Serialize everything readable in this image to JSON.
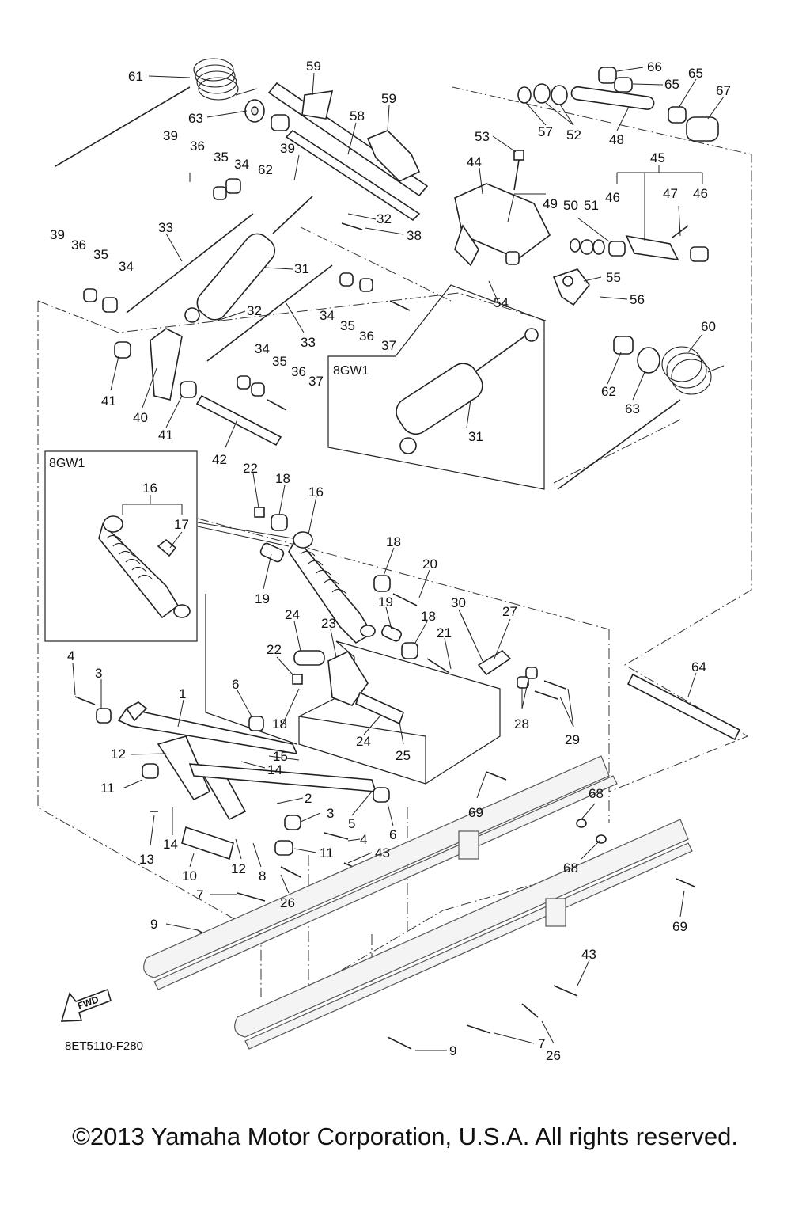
{
  "diagram": {
    "variant_label": "8GW1",
    "drawing_code": "8ET5110-F280",
    "fwd_arrow_label": "FWD",
    "copyright": "©2013 Yamaha Motor Corporation, U.S.A. All rights reserved."
  },
  "callouts": [
    {
      "id": "c61",
      "text": "61"
    },
    {
      "id": "c59a",
      "text": "59"
    },
    {
      "id": "c59b",
      "text": "59"
    },
    {
      "id": "c63a",
      "text": "63"
    },
    {
      "id": "c58",
      "text": "58"
    },
    {
      "id": "c66",
      "text": "66"
    },
    {
      "id": "c65a",
      "text": "65"
    },
    {
      "id": "c65b",
      "text": "65"
    },
    {
      "id": "c67",
      "text": "67"
    },
    {
      "id": "c57",
      "text": "57"
    },
    {
      "id": "c52",
      "text": "52"
    },
    {
      "id": "c48",
      "text": "48"
    },
    {
      "id": "c39a",
      "text": "39"
    },
    {
      "id": "c36a",
      "text": "36"
    },
    {
      "id": "c35a",
      "text": "35"
    },
    {
      "id": "c34a",
      "text": "34"
    },
    {
      "id": "c62a",
      "text": "62"
    },
    {
      "id": "c39b",
      "text": "39"
    },
    {
      "id": "c53",
      "text": "53"
    },
    {
      "id": "c45",
      "text": "45"
    },
    {
      "id": "c44",
      "text": "44"
    },
    {
      "id": "c32a",
      "text": "32"
    },
    {
      "id": "c38",
      "text": "38"
    },
    {
      "id": "c49",
      "text": "49"
    },
    {
      "id": "c50",
      "text": "50"
    },
    {
      "id": "c51",
      "text": "51"
    },
    {
      "id": "c46a",
      "text": "46"
    },
    {
      "id": "c47",
      "text": "47"
    },
    {
      "id": "c46b",
      "text": "46"
    },
    {
      "id": "c39c",
      "text": "39"
    },
    {
      "id": "c36b",
      "text": "36"
    },
    {
      "id": "c35b",
      "text": "35"
    },
    {
      "id": "c34b",
      "text": "34"
    },
    {
      "id": "c33a",
      "text": "33"
    },
    {
      "id": "c31a",
      "text": "31"
    },
    {
      "id": "c55",
      "text": "55"
    },
    {
      "id": "c54",
      "text": "54"
    },
    {
      "id": "c56",
      "text": "56"
    },
    {
      "id": "c32b",
      "text": "32"
    },
    {
      "id": "c34c",
      "text": "34"
    },
    {
      "id": "c35c",
      "text": "35"
    },
    {
      "id": "c36c",
      "text": "36"
    },
    {
      "id": "c37a",
      "text": "37"
    },
    {
      "id": "c33b",
      "text": "33"
    },
    {
      "id": "c60",
      "text": "60"
    },
    {
      "id": "c34d",
      "text": "34"
    },
    {
      "id": "c35d",
      "text": "35"
    },
    {
      "id": "c36d",
      "text": "36"
    },
    {
      "id": "c37b",
      "text": "37"
    },
    {
      "id": "c41a",
      "text": "41"
    },
    {
      "id": "c40",
      "text": "40"
    },
    {
      "id": "c41b",
      "text": "41"
    },
    {
      "id": "c31b",
      "text": "31"
    },
    {
      "id": "c62b",
      "text": "62"
    },
    {
      "id": "c63b",
      "text": "63"
    },
    {
      "id": "c42",
      "text": "42"
    },
    {
      "id": "c16a",
      "text": "16"
    },
    {
      "id": "c17",
      "text": "17"
    },
    {
      "id": "c22a",
      "text": "22"
    },
    {
      "id": "c18a",
      "text": "18"
    },
    {
      "id": "c16b",
      "text": "16"
    },
    {
      "id": "c18b",
      "text": "18"
    },
    {
      "id": "c20",
      "text": "20"
    },
    {
      "id": "c19a",
      "text": "19"
    },
    {
      "id": "c19b",
      "text": "19"
    },
    {
      "id": "c24a",
      "text": "24"
    },
    {
      "id": "c23",
      "text": "23"
    },
    {
      "id": "c18c",
      "text": "18"
    },
    {
      "id": "c30",
      "text": "30"
    },
    {
      "id": "c27",
      "text": "27"
    },
    {
      "id": "c21",
      "text": "21"
    },
    {
      "id": "c22b",
      "text": "22"
    },
    {
      "id": "c64",
      "text": "64"
    },
    {
      "id": "c4a",
      "text": "4"
    },
    {
      "id": "c3a",
      "text": "3"
    },
    {
      "id": "c6a",
      "text": "6"
    },
    {
      "id": "c1",
      "text": "1"
    },
    {
      "id": "c18d",
      "text": "18"
    },
    {
      "id": "c24b",
      "text": "24"
    },
    {
      "id": "c28",
      "text": "28"
    },
    {
      "id": "c29",
      "text": "29"
    },
    {
      "id": "c25",
      "text": "25"
    },
    {
      "id": "c12a",
      "text": "12"
    },
    {
      "id": "c15",
      "text": "15"
    },
    {
      "id": "c14a",
      "text": "14"
    },
    {
      "id": "c11a",
      "text": "11"
    },
    {
      "id": "c2",
      "text": "2"
    },
    {
      "id": "c69a",
      "text": "69"
    },
    {
      "id": "c68a",
      "text": "68"
    },
    {
      "id": "c3b",
      "text": "3"
    },
    {
      "id": "c5",
      "text": "5"
    },
    {
      "id": "c6b",
      "text": "6"
    },
    {
      "id": "c13",
      "text": "13"
    },
    {
      "id": "c14b",
      "text": "14"
    },
    {
      "id": "c4b",
      "text": "4"
    },
    {
      "id": "c11b",
      "text": "11"
    },
    {
      "id": "c43a",
      "text": "43"
    },
    {
      "id": "c10",
      "text": "10"
    },
    {
      "id": "c12b",
      "text": "12"
    },
    {
      "id": "c8",
      "text": "8"
    },
    {
      "id": "c68b",
      "text": "68"
    },
    {
      "id": "c69b",
      "text": "69"
    },
    {
      "id": "c7a",
      "text": "7"
    },
    {
      "id": "c26a",
      "text": "26"
    },
    {
      "id": "c9a",
      "text": "9"
    },
    {
      "id": "c43b",
      "text": "43"
    },
    {
      "id": "c7b",
      "text": "7"
    },
    {
      "id": "c26b",
      "text": "26"
    },
    {
      "id": "c9b",
      "text": "9"
    }
  ]
}
